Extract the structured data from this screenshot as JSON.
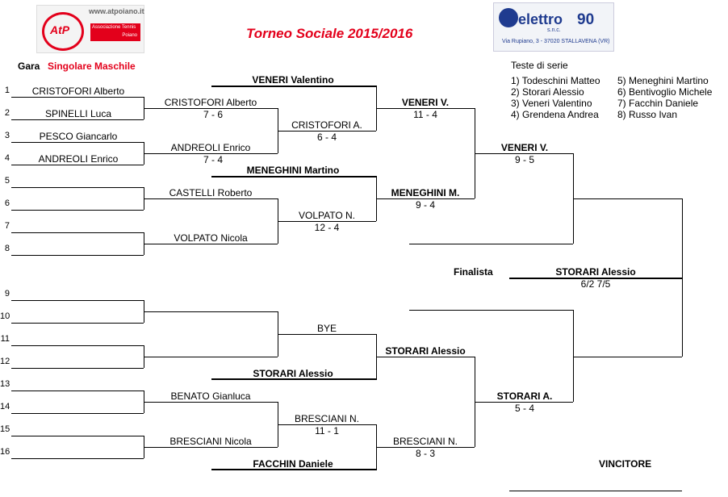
{
  "title": "Torneo Sociale 2015/2016",
  "colors": {
    "title_red": "#e3001b",
    "elettro_blue": "#1f3b8f"
  },
  "logo_left": {
    "url": "www.atpoiano.it",
    "mark": "AtP",
    "line1": "Associazione Tennis",
    "line2": "Poiano"
  },
  "logo_right": {
    "brand": "elettro",
    "suffix": "s.n.c.",
    "number": "90",
    "address": "Via Rupiano, 3 - 37020 STALLAVENA (VR)"
  },
  "gara_label": "Gara",
  "gara_value": "Singolare Maschile",
  "seeds_title": "Teste di serie",
  "seeds_left": [
    "1) Todeschini Matteo",
    "2) Storari Alessio",
    "3) Veneri Valentino",
    "4) Grendena Andrea"
  ],
  "seeds_right": [
    "5) Meneghini Martino",
    "6) Bentivoglio Michele",
    "7) Facchin Daniele",
    "8) Russo Ivan"
  ],
  "draw_numbers": [
    "1",
    "2",
    "3",
    "4",
    "5",
    "6",
    "7",
    "8",
    "9",
    "10",
    "11",
    "12",
    "13",
    "14",
    "15",
    "16"
  ],
  "first_round": [
    "CRISTOFORI Alberto",
    "SPINELLI Luca",
    "PESCO Giancarlo",
    "ANDREOLI Enrico",
    "",
    "",
    "",
    "",
    "",
    "",
    "",
    "",
    "",
    "",
    "",
    ""
  ],
  "second_round": [
    {
      "name": "CRISTOFORI Alberto",
      "score": "7 - 6"
    },
    {
      "name": "ANDREOLI Enrico",
      "score": "7 - 4"
    },
    {
      "name": "CASTELLI Roberto",
      "score": ""
    },
    {
      "name": "VOLPATO Nicola",
      "score": ""
    },
    {
      "name": "",
      "score": ""
    },
    {
      "name": "",
      "score": ""
    },
    {
      "name": "BENATO Gianluca",
      "score": ""
    },
    {
      "name": "BRESCIANI Nicola",
      "score": ""
    }
  ],
  "seeded_entries": [
    "VENERI Valentino",
    "MENEGHINI Martino",
    "STORARI Alessio",
    "FACCHIN Daniele"
  ],
  "third_round": [
    {
      "name": "CRISTOFORI A.",
      "score": "6 - 4"
    },
    {
      "name": "VOLPATO N.",
      "score": "12 - 4"
    },
    {
      "name": "BYE",
      "score": ""
    },
    {
      "name": "BRESCIANI N.",
      "score": "11 - 1"
    }
  ],
  "quarter_finals": [
    {
      "name": "VENERI V.",
      "score": "11 - 4"
    },
    {
      "name": "MENEGHINI M.",
      "score": "9 - 4"
    },
    {
      "name": "STORARI Alessio",
      "score": ""
    },
    {
      "name": "BRESCIANI N.",
      "score": "8 - 3"
    }
  ],
  "semi_finals": [
    {
      "name": "VENERI V.",
      "score": "9 - 5"
    },
    {
      "name": "STORARI A.",
      "score": "5 - 4"
    }
  ],
  "final": {
    "label": "Finalista",
    "name": "STORARI Alessio",
    "score": "6/2  7/5"
  },
  "winner_label": "VINCITORE"
}
